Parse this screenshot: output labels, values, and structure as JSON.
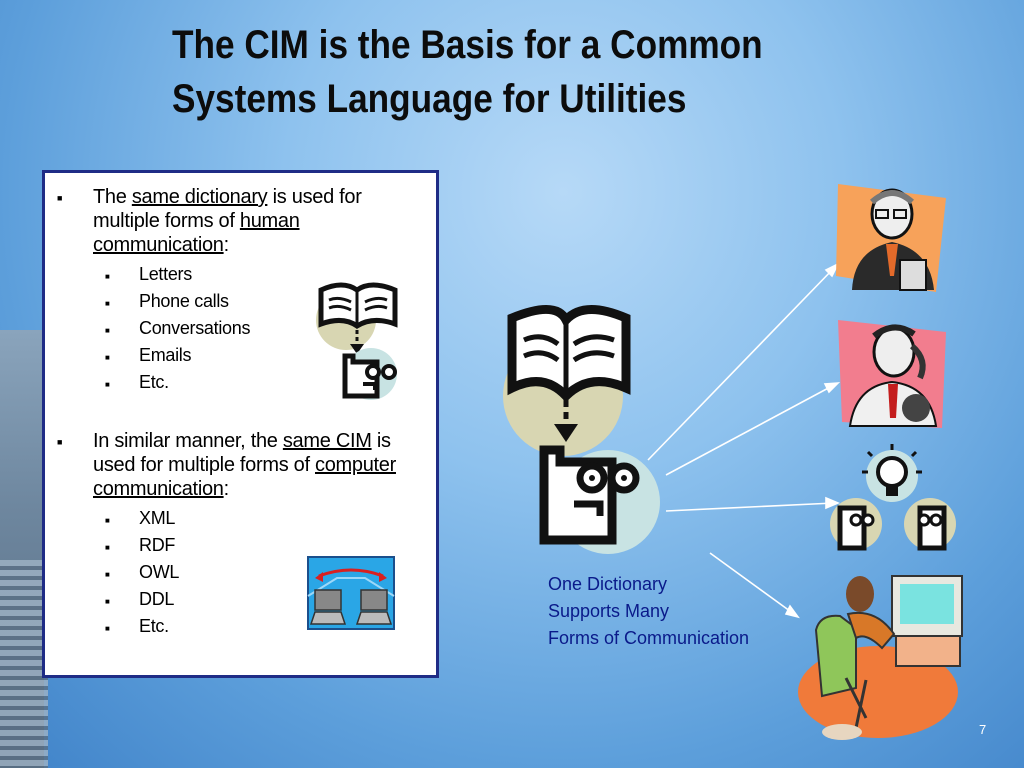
{
  "slide": {
    "title_line1": "The CIM is the Basis for a Common",
    "title_line2": "Systems Language for Utilities",
    "page_number": "7"
  },
  "panel": {
    "bullet1": {
      "t1": "The ",
      "u1": "same dictionary",
      "t2": " is used for multiple forms of ",
      "u2": "human communication",
      "t3": ":",
      "items": [
        "Letters",
        "Phone calls",
        "Conversations",
        "Emails",
        "Etc."
      ]
    },
    "bullet2": {
      "t1": "In similar manner, the ",
      "u1": "same CIM",
      "t2": " is used for multiple forms of ",
      "u2": "computer communication",
      "t3": ":",
      "items": [
        "XML",
        "RDF",
        "OWL",
        "DDL",
        "Etc."
      ]
    }
  },
  "caption": {
    "line1": "One Dictionary",
    "line2": "Supports Many",
    "line3": "Forms of Communication"
  },
  "icons": [
    "book-icon",
    "face-icon",
    "computers-network-icon",
    "businessman-notepad-icon",
    "man-phone-icon",
    "lightbulb-people-icon",
    "man-at-computer-icon"
  ],
  "colors": {
    "panel_border": "#1f2c86",
    "caption": "#0a1a8a",
    "arrow": "#ffffff"
  }
}
